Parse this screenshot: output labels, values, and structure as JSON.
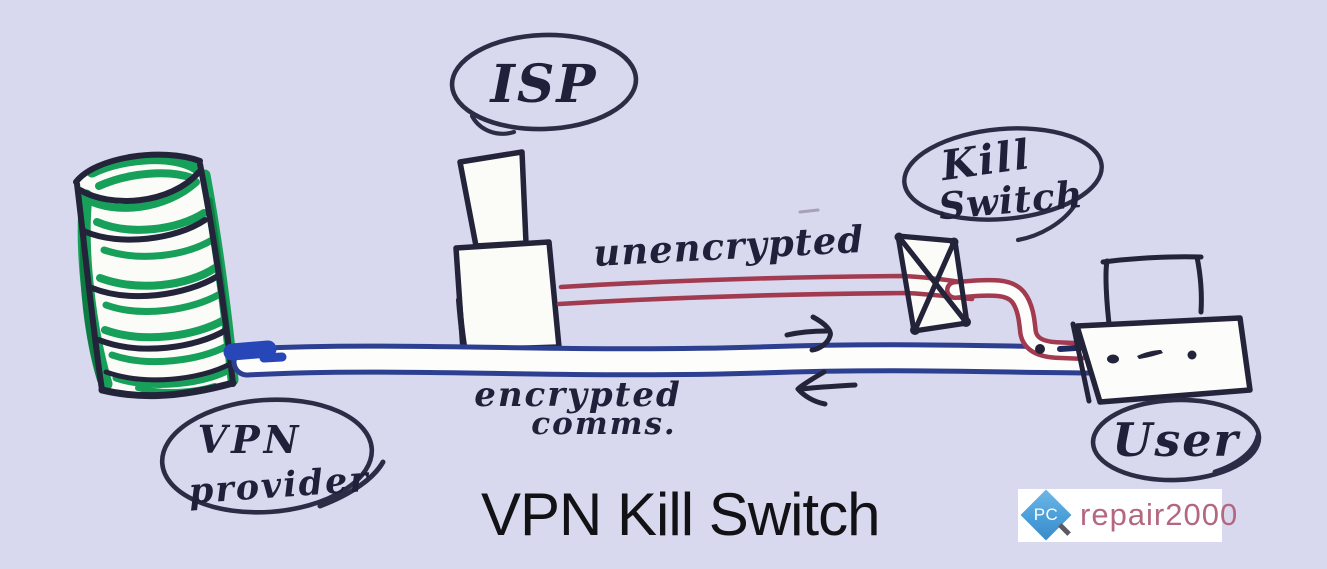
{
  "diagram": {
    "title": "VPN Kill Switch",
    "nodes": {
      "vpn_provider": {
        "label_line1": "VPN",
        "label_line2": "provider"
      },
      "isp": {
        "label": "ISP"
      },
      "kill_switch": {
        "label_line1": "Kill",
        "label_line2": "Switch"
      },
      "user": {
        "label": "User"
      }
    },
    "links": {
      "unencrypted": {
        "label": "unencrypted",
        "color": "#a23b50"
      },
      "encrypted": {
        "label_line1": "encrypted",
        "label_line2": "comms.",
        "color": "#2c3f90"
      }
    },
    "colors": {
      "background": "#d8d8ee",
      "ink": "#23233a",
      "server_green": "#17a05a",
      "tube_blue": "#2c3f90",
      "tube_red": "#a23b50",
      "paper_white": "#fbfbf8"
    }
  },
  "branding": {
    "logo_pc": "PC",
    "logo_text": "repair2000",
    "logo_diamond_color": "#4a9ed9",
    "logo_text_color": "#b5677f"
  }
}
